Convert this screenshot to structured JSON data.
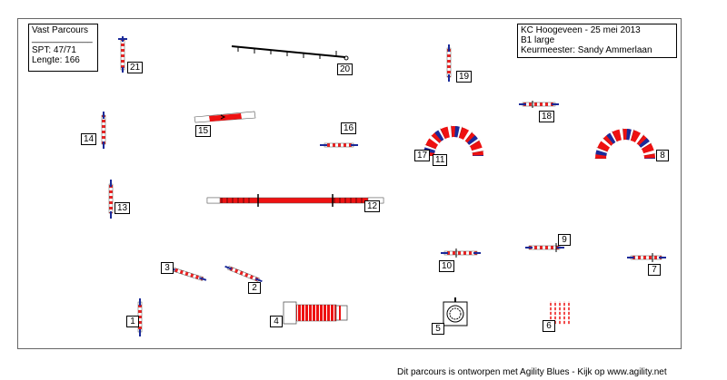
{
  "info_left": {
    "title": "Vast Parcours",
    "divider": "____________",
    "spt": "SPT:  47/71",
    "length": "Lengte: 166"
  },
  "info_right": {
    "event": "KC Hoogeveen - 25 mei 2013",
    "class": "B1 large",
    "judge": "Keurmeester: Sandy Ammerlaan"
  },
  "numbers": [
    "1",
    "2",
    "3",
    "4",
    "5",
    "6",
    "7",
    "8",
    "9",
    "10",
    "11",
    "12",
    "13",
    "14",
    "15",
    "16",
    "17",
    "18",
    "19",
    "20",
    "21"
  ],
  "colors": {
    "pole_red": "#ee2222",
    "pole_blue": "#1a2a99",
    "tunnel_red": "#ee1111",
    "black": "#000000"
  },
  "footer": "Dit parcours is ontworpen met Agility Blues - Kijk op www.agility.net"
}
